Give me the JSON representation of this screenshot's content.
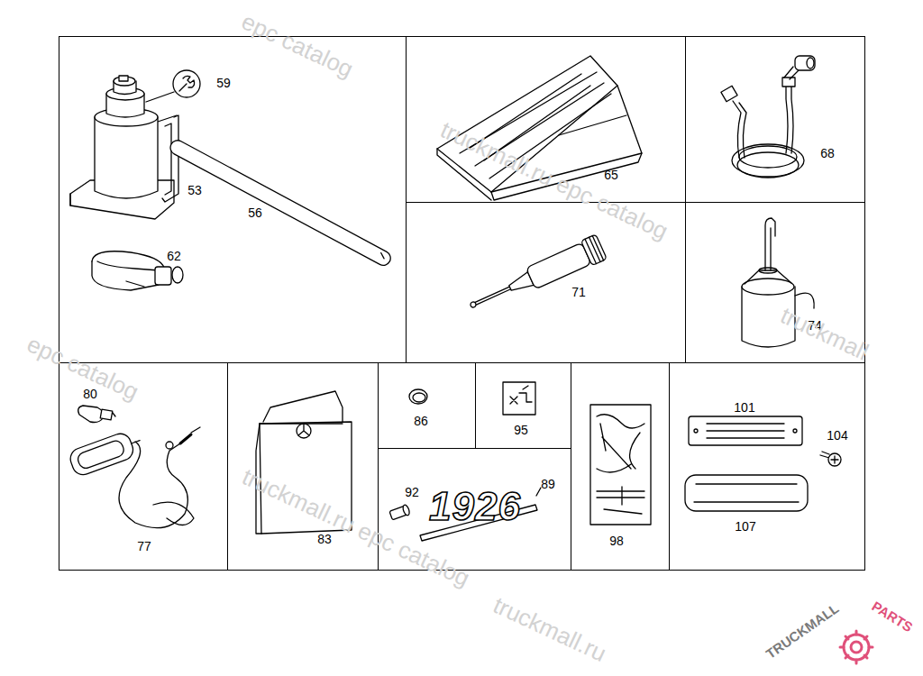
{
  "diagram": {
    "nodes": [
      {
        "text": [
          "59",
          "53",
          "56",
          "62"
        ]
      },
      {
        "text": [
          "65"
        ]
      },
      {
        "text": [
          "68"
        ]
      },
      {
        "text": [
          "71"
        ]
      },
      {
        "text": [
          "74"
        ]
      },
      {
        "text": [
          "80",
          "77"
        ]
      },
      {
        "text": [
          "83"
        ]
      },
      {
        "text": [
          "86"
        ]
      },
      {
        "text": [
          "95"
        ]
      },
      {
        "text": [
          "92",
          "1926",
          "89"
        ]
      },
      {
        "text": [
          "98"
        ]
      },
      {
        "text": [
          "101",
          "104",
          "107"
        ]
      }
    ],
    "labels": [
      "epc catalog",
      "truckmall.ru epc catalog",
      "epc catalog",
      "truckmall.ru epc catalog",
      "truckmall.ru",
      "truckmall",
      "TRUCKMALL",
      "PARTS"
    ]
  }
}
